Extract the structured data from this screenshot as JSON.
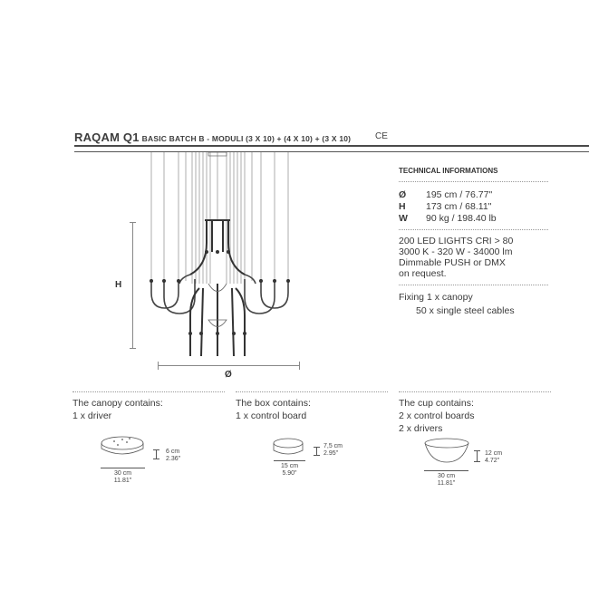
{
  "header": {
    "product": "RAQAM Q1",
    "subtitle": "BASIC BATCH B - MODULI (3 X 10) + (4 X 10) + (3 X 10)",
    "cert_mark": "CE"
  },
  "drawing": {
    "height_label": "H",
    "diameter_label": "Ø"
  },
  "technical": {
    "title": "TECHNICAL INFORMATIONS",
    "specs": [
      {
        "key": "Ø",
        "value": "195 cm / 76.77\""
      },
      {
        "key": "H",
        "value": "173 cm / 68.11\""
      },
      {
        "key": "W",
        "value": "90 kg / 198.40 lb"
      }
    ],
    "lighting": [
      "200 LED LIGHTS CRI > 80",
      "3000 K - 320 W - 34000 lm",
      "Dimmable PUSH or DMX",
      "on request."
    ],
    "fixing_label": "Fixing",
    "fixing": [
      "1 x canopy",
      "50 x single steel cables"
    ]
  },
  "components": [
    {
      "title": "The canopy contains:",
      "items": [
        "1 x driver"
      ],
      "width_cm": "30 cm",
      "width_in": "11.81\"",
      "height_cm": "6 cm",
      "height_in": "2.36\""
    },
    {
      "title": "The box contains:",
      "items": [
        "1 x control board"
      ],
      "width_cm": "15 cm",
      "width_in": "5.90\"",
      "height_cm": "7,5 cm",
      "height_in": "2.95\""
    },
    {
      "title": "The cup contains:",
      "items": [
        "2 x control boards",
        "2 x drivers"
      ],
      "width_cm": "30 cm",
      "width_in": "11.81\"",
      "height_cm": "12 cm",
      "height_in": "4.72\""
    }
  ]
}
